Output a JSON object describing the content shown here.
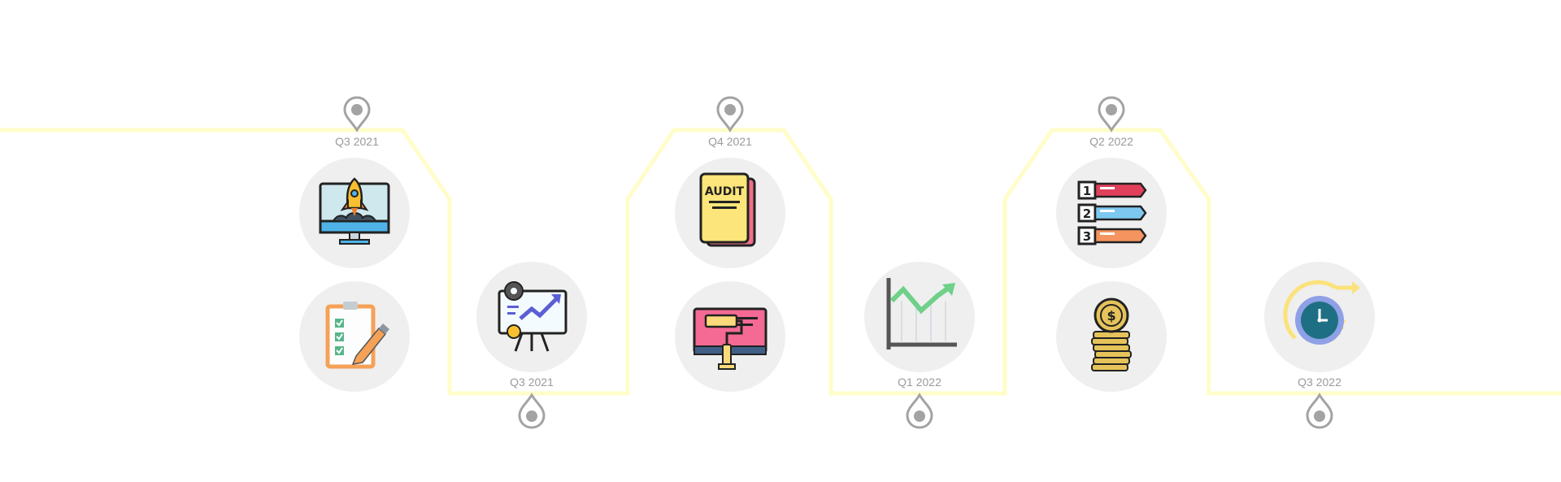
{
  "timeline": {
    "line_color": "#fffdc9",
    "pin_color": "#a3a3a3",
    "circle_color": "#efefef",
    "milestones": [
      {
        "label": "Q3 2021",
        "icons": [
          "rocket-monitor-icon",
          "checklist-clipboard-icon"
        ]
      },
      {
        "label": "Q3 2021",
        "icons": [
          "presentation-growth-icon"
        ]
      },
      {
        "label": "Q4 2021",
        "icons": [
          "audit-folder-icon",
          "paint-roller-monitor-icon"
        ]
      },
      {
        "label": "Q1 2022",
        "icons": [
          "line-chart-icon"
        ]
      },
      {
        "label": "Q2 2022",
        "icons": [
          "numbered-list-icon",
          "coin-stack-icon"
        ]
      },
      {
        "label": "Q3 2022",
        "icons": [
          "clock-refresh-icon"
        ]
      }
    ]
  }
}
